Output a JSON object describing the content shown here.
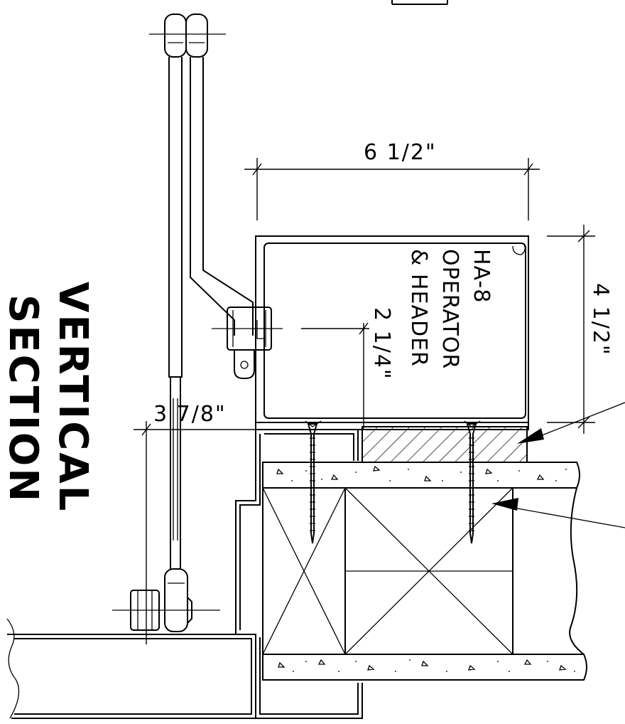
{
  "title_lines": [
    "VERTICAL",
    "SECTION"
  ],
  "operator_label_lines": [
    "HA-8",
    "OPERATOR",
    "& HEADER"
  ],
  "dimensions": {
    "header_width": "6  1/2\"",
    "header_height": "4  1/2\"",
    "arm_offset": "2  1/4\"",
    "door_offset": "3  7/8\""
  }
}
